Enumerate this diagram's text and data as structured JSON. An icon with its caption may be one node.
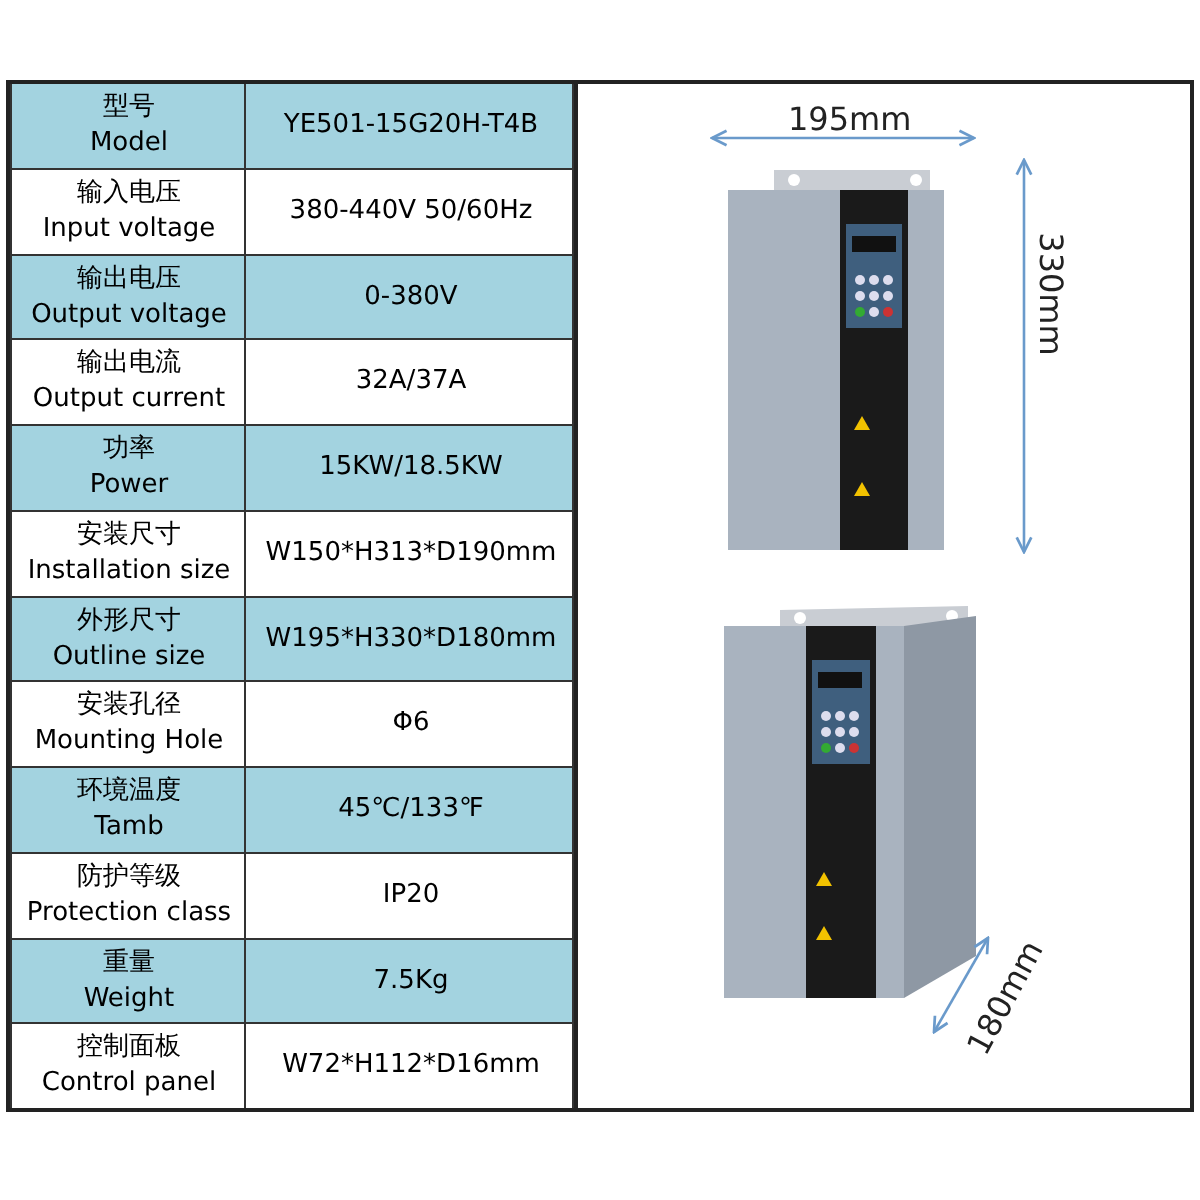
{
  "diagram": {
    "labels": [
      "型号",
      "Model",
      "YE501-15G20H-T4B",
      "输入电压",
      "Input voltage",
      "380-440V 50/60Hz",
      "输出电压",
      "Output voltage",
      "0-380V",
      "输出电流",
      "Output current",
      "32A/37A",
      "功率",
      "Power",
      "15KW/18.5KW",
      "安装尺寸",
      "Installation size",
      "W150*H313*D190mm",
      "外形尺寸",
      "Outline size",
      "W195*H330*D180mm",
      "安装孔径",
      "Mounting Hole",
      "Φ6",
      "环境温度",
      "Tamb",
      "45℃/133℉",
      "防护等级",
      "Protection class",
      "IP20",
      "重量",
      "Weight",
      "7.5Kg",
      "控制面板",
      "Control panel",
      "W72*H112*D16mm",
      "195mm",
      "330mm",
      "180mm"
    ]
  }
}
